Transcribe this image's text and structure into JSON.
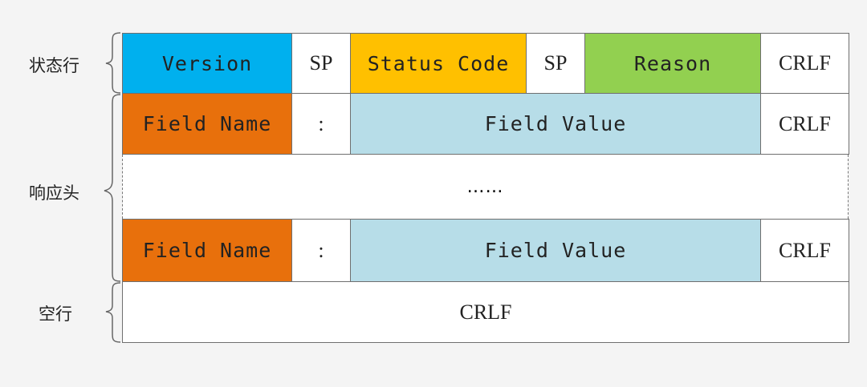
{
  "labels": {
    "status_line": "状态行",
    "response_headers": "响应头",
    "blank_line": "空行"
  },
  "status_line": {
    "version": "Version",
    "sp1": "SP",
    "status_code": "Status Code",
    "sp2": "SP",
    "reason": "Reason",
    "crlf": "CRLF"
  },
  "header_row_1": {
    "field_name": "Field Name",
    "colon": ":",
    "field_value": "Field Value",
    "crlf": "CRLF"
  },
  "ellipsis": "……",
  "header_row_2": {
    "field_name": "Field Name",
    "colon": ":",
    "field_value": "Field Value",
    "crlf": "CRLF"
  },
  "blank_line": {
    "crlf": "CRLF"
  },
  "colors": {
    "version": "#00b0ee",
    "status_code": "#ffc000",
    "reason": "#92d050",
    "field_name": "#e8700c",
    "field_value": "#b7dde8",
    "plain": "#ffffff"
  }
}
